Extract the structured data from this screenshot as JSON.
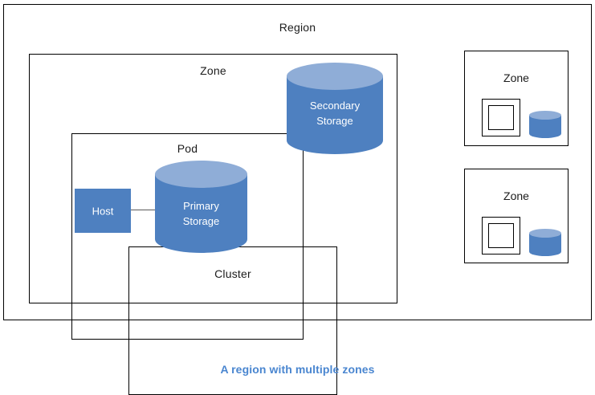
{
  "caption": "A region with multiple zones",
  "colors": {
    "cylinder_body": "#4e80c0",
    "cylinder_top": "#8fadd7",
    "host_fill": "#4e80c0",
    "border": "#000000",
    "caption_text": "#4a86d0",
    "label_text": "#1c1c1c",
    "shape_text": "#ffffff",
    "connector": "#5a5a5a"
  },
  "region": {
    "label": "Region",
    "zone": {
      "label": "Zone",
      "pod": {
        "label": "Pod",
        "cluster": {
          "label": "Cluster",
          "host": {
            "label": "Host"
          },
          "primary_storage": {
            "label_line1": "Primary",
            "label_line2": "Storage"
          }
        }
      },
      "secondary_storage": {
        "label_line1": "Secondary",
        "label_line2": "Storage"
      }
    }
  },
  "other_zones": [
    {
      "label": "Zone"
    },
    {
      "label": "Zone"
    }
  ]
}
